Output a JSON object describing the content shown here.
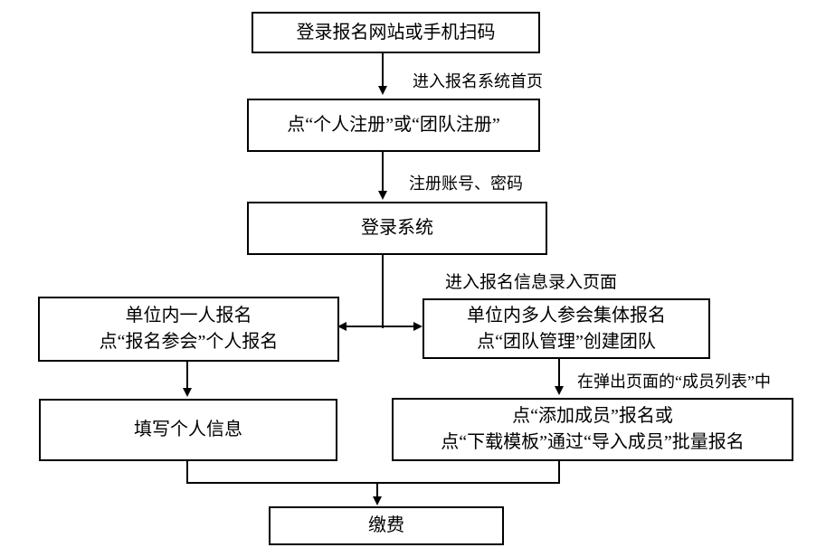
{
  "flowchart": {
    "background": "#ffffff",
    "line_color": "#000000",
    "text_color": "#000000",
    "nodes": {
      "login_site": {
        "text": "登录报名网站或手机扫码"
      },
      "register_choice": {
        "text": "点“个人注册”或“团队注册”"
      },
      "login_system": {
        "text": "登录系统"
      },
      "individual_branch": {
        "line1": "单位内一人报名",
        "line2": "点“报名参会”个人报名"
      },
      "team_branch": {
        "line1": "单位内多人参会集体报名",
        "line2": "点“团队管理”创建团队"
      },
      "fill_personal_info": {
        "text": "填写个人信息"
      },
      "add_members": {
        "line1": "点“添加成员”报名或",
        "line2": "点“下载模板”通过“导入成员”批量报名"
      },
      "payment": {
        "text": "缴费"
      }
    },
    "edge_labels": {
      "enter_homepage": "进入报名系统首页",
      "register_account": "注册账号、密码",
      "enter_info_page": "进入报名信息录入页面",
      "member_list": "在弹出页面的“成员列表”中"
    }
  }
}
